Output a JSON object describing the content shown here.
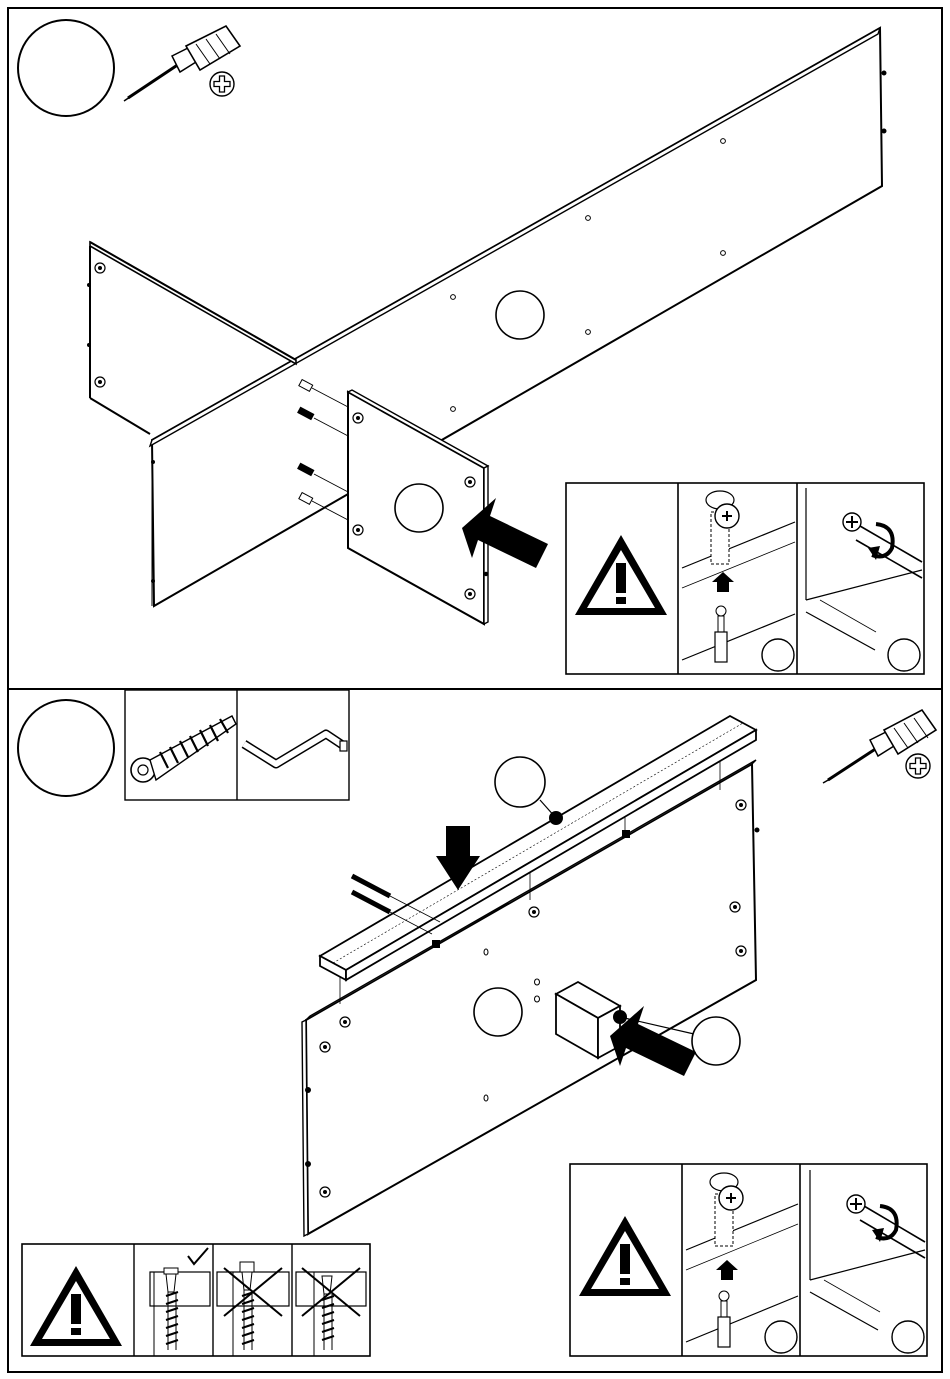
{
  "document": {
    "type": "assembly-instructions",
    "pages_shown": 1,
    "steps": [
      {
        "id": "step-a",
        "step_number_label": "",
        "tool": "phillips-screwdriver-icon",
        "part_labels": [
          "",
          ""
        ],
        "warning_panel": {
          "icon": "warning-triangle-icon",
          "details": [
            "cam-lock-insert-detail",
            "cam-lock-turn-detail"
          ],
          "detail_labels": [
            "",
            ""
          ]
        }
      },
      {
        "id": "step-b",
        "step_number_label": "",
        "fittings": [
          "confirmat-screw-icon",
          "allen-key-icon"
        ],
        "tool": "phillips-screwdriver-icon",
        "part_labels": [
          "",
          "",
          ""
        ],
        "warning_panel": {
          "icon": "warning-triangle-icon",
          "details": [
            "cam-lock-insert-detail",
            "cam-lock-turn-detail"
          ],
          "detail_labels": [
            "",
            ""
          ]
        },
        "screw_depth_panel": {
          "icon": "warning-triangle-icon",
          "options": [
            {
              "state": "correct",
              "mark_icon": "checkmark-icon"
            },
            {
              "state": "wrong",
              "mark_icon": "cross-icon"
            },
            {
              "state": "wrong",
              "mark_icon": "cross-icon"
            }
          ]
        }
      }
    ]
  }
}
